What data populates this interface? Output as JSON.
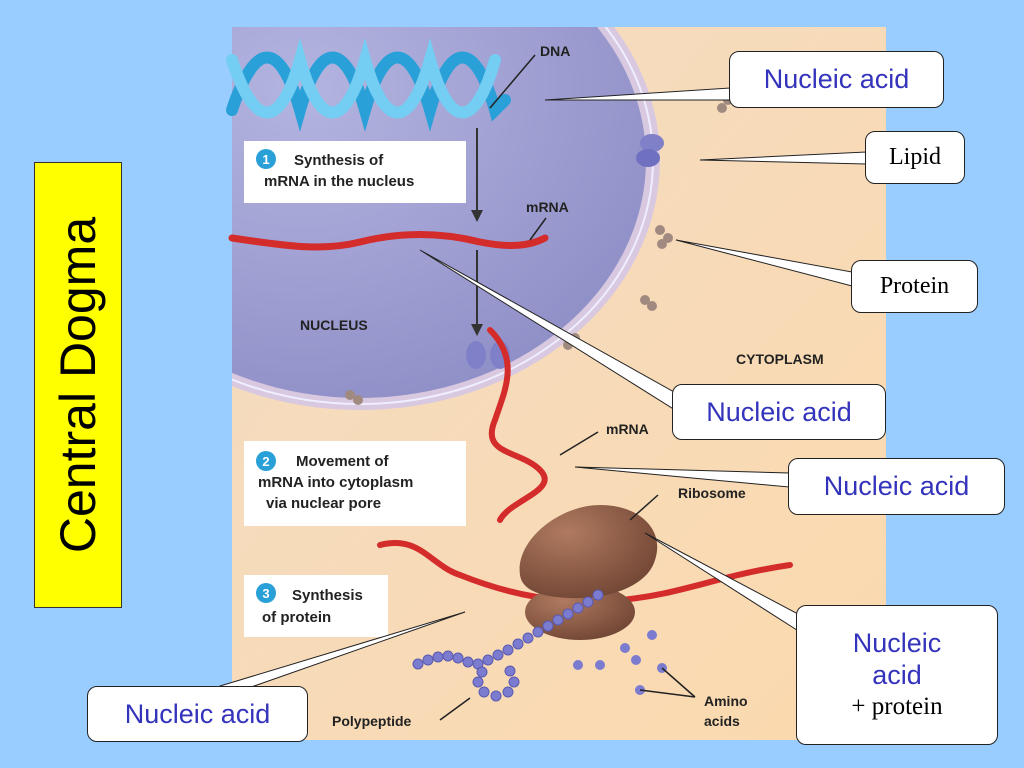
{
  "title": "Central Dogma",
  "diagram": {
    "labels": {
      "dna": "DNA",
      "mrna_top": "mRNA",
      "nucleus": "NUCLEUS",
      "cytoplasm": "CYTOPLASM",
      "mrna_mid": "mRNA",
      "ribosome": "Ribosome",
      "polypeptide": "Polypeptide",
      "amino_line1": "Amino",
      "amino_line2": "acids"
    },
    "steps": [
      {
        "number": "1",
        "line1": "Synthesis of",
        "line2": "mRNA in the nucleus",
        "line3": ""
      },
      {
        "number": "2",
        "line1": "Movement of",
        "line2": "mRNA into cytoplasm",
        "line3": "via nuclear pore"
      },
      {
        "number": "3",
        "line1": "Synthesis",
        "line2": "of protein",
        "line3": ""
      }
    ]
  },
  "callouts": {
    "dna": "Nucleic acid",
    "lipid": "Lipid",
    "protein": "Protein",
    "mrna_nucleus": "Nucleic acid",
    "mrna_cytoplasm": "Nucleic acid",
    "ribosome_line1": "Nucleic",
    "ribosome_line2": "acid",
    "ribosome_line3": "+ protein",
    "trna": "Nucleic acid"
  },
  "colors": {
    "background": "#99ccff",
    "title_box": "#ffff00",
    "callout_text": "#3333bb",
    "cytoplasm": "#f8d8b0",
    "nucleus": "#9c9cd0",
    "mrna": "#d42b2b",
    "dna": "#3aaee0",
    "ribosome": "#8a5a44",
    "amino_acid": "#7b7bd0"
  }
}
